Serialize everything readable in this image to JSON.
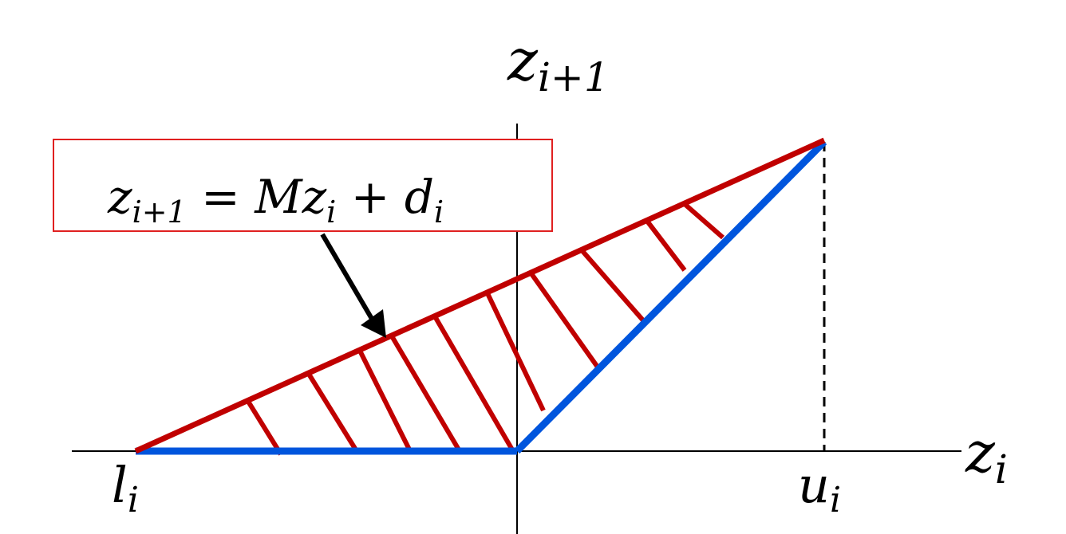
{
  "labels": {
    "y_axis_main": "z",
    "y_axis_sub": "i+1",
    "x_axis_main": "z",
    "x_axis_sub": "i",
    "lower_main": "l",
    "lower_sub": "i",
    "upper_main": "u",
    "upper_sub": "i"
  },
  "equation": {
    "lhs_main": "z",
    "lhs_sub": "i+1",
    "op_eq": " = ",
    "term1": "Mz",
    "term1_sub": "i",
    "op_plus": " + ",
    "term2": "d",
    "term2_sub": "i"
  },
  "colors": {
    "relaxation_line": "#c00000",
    "relu_line": "#0055dd",
    "equation_box_border": "#e02020",
    "axes": "#000000"
  }
}
